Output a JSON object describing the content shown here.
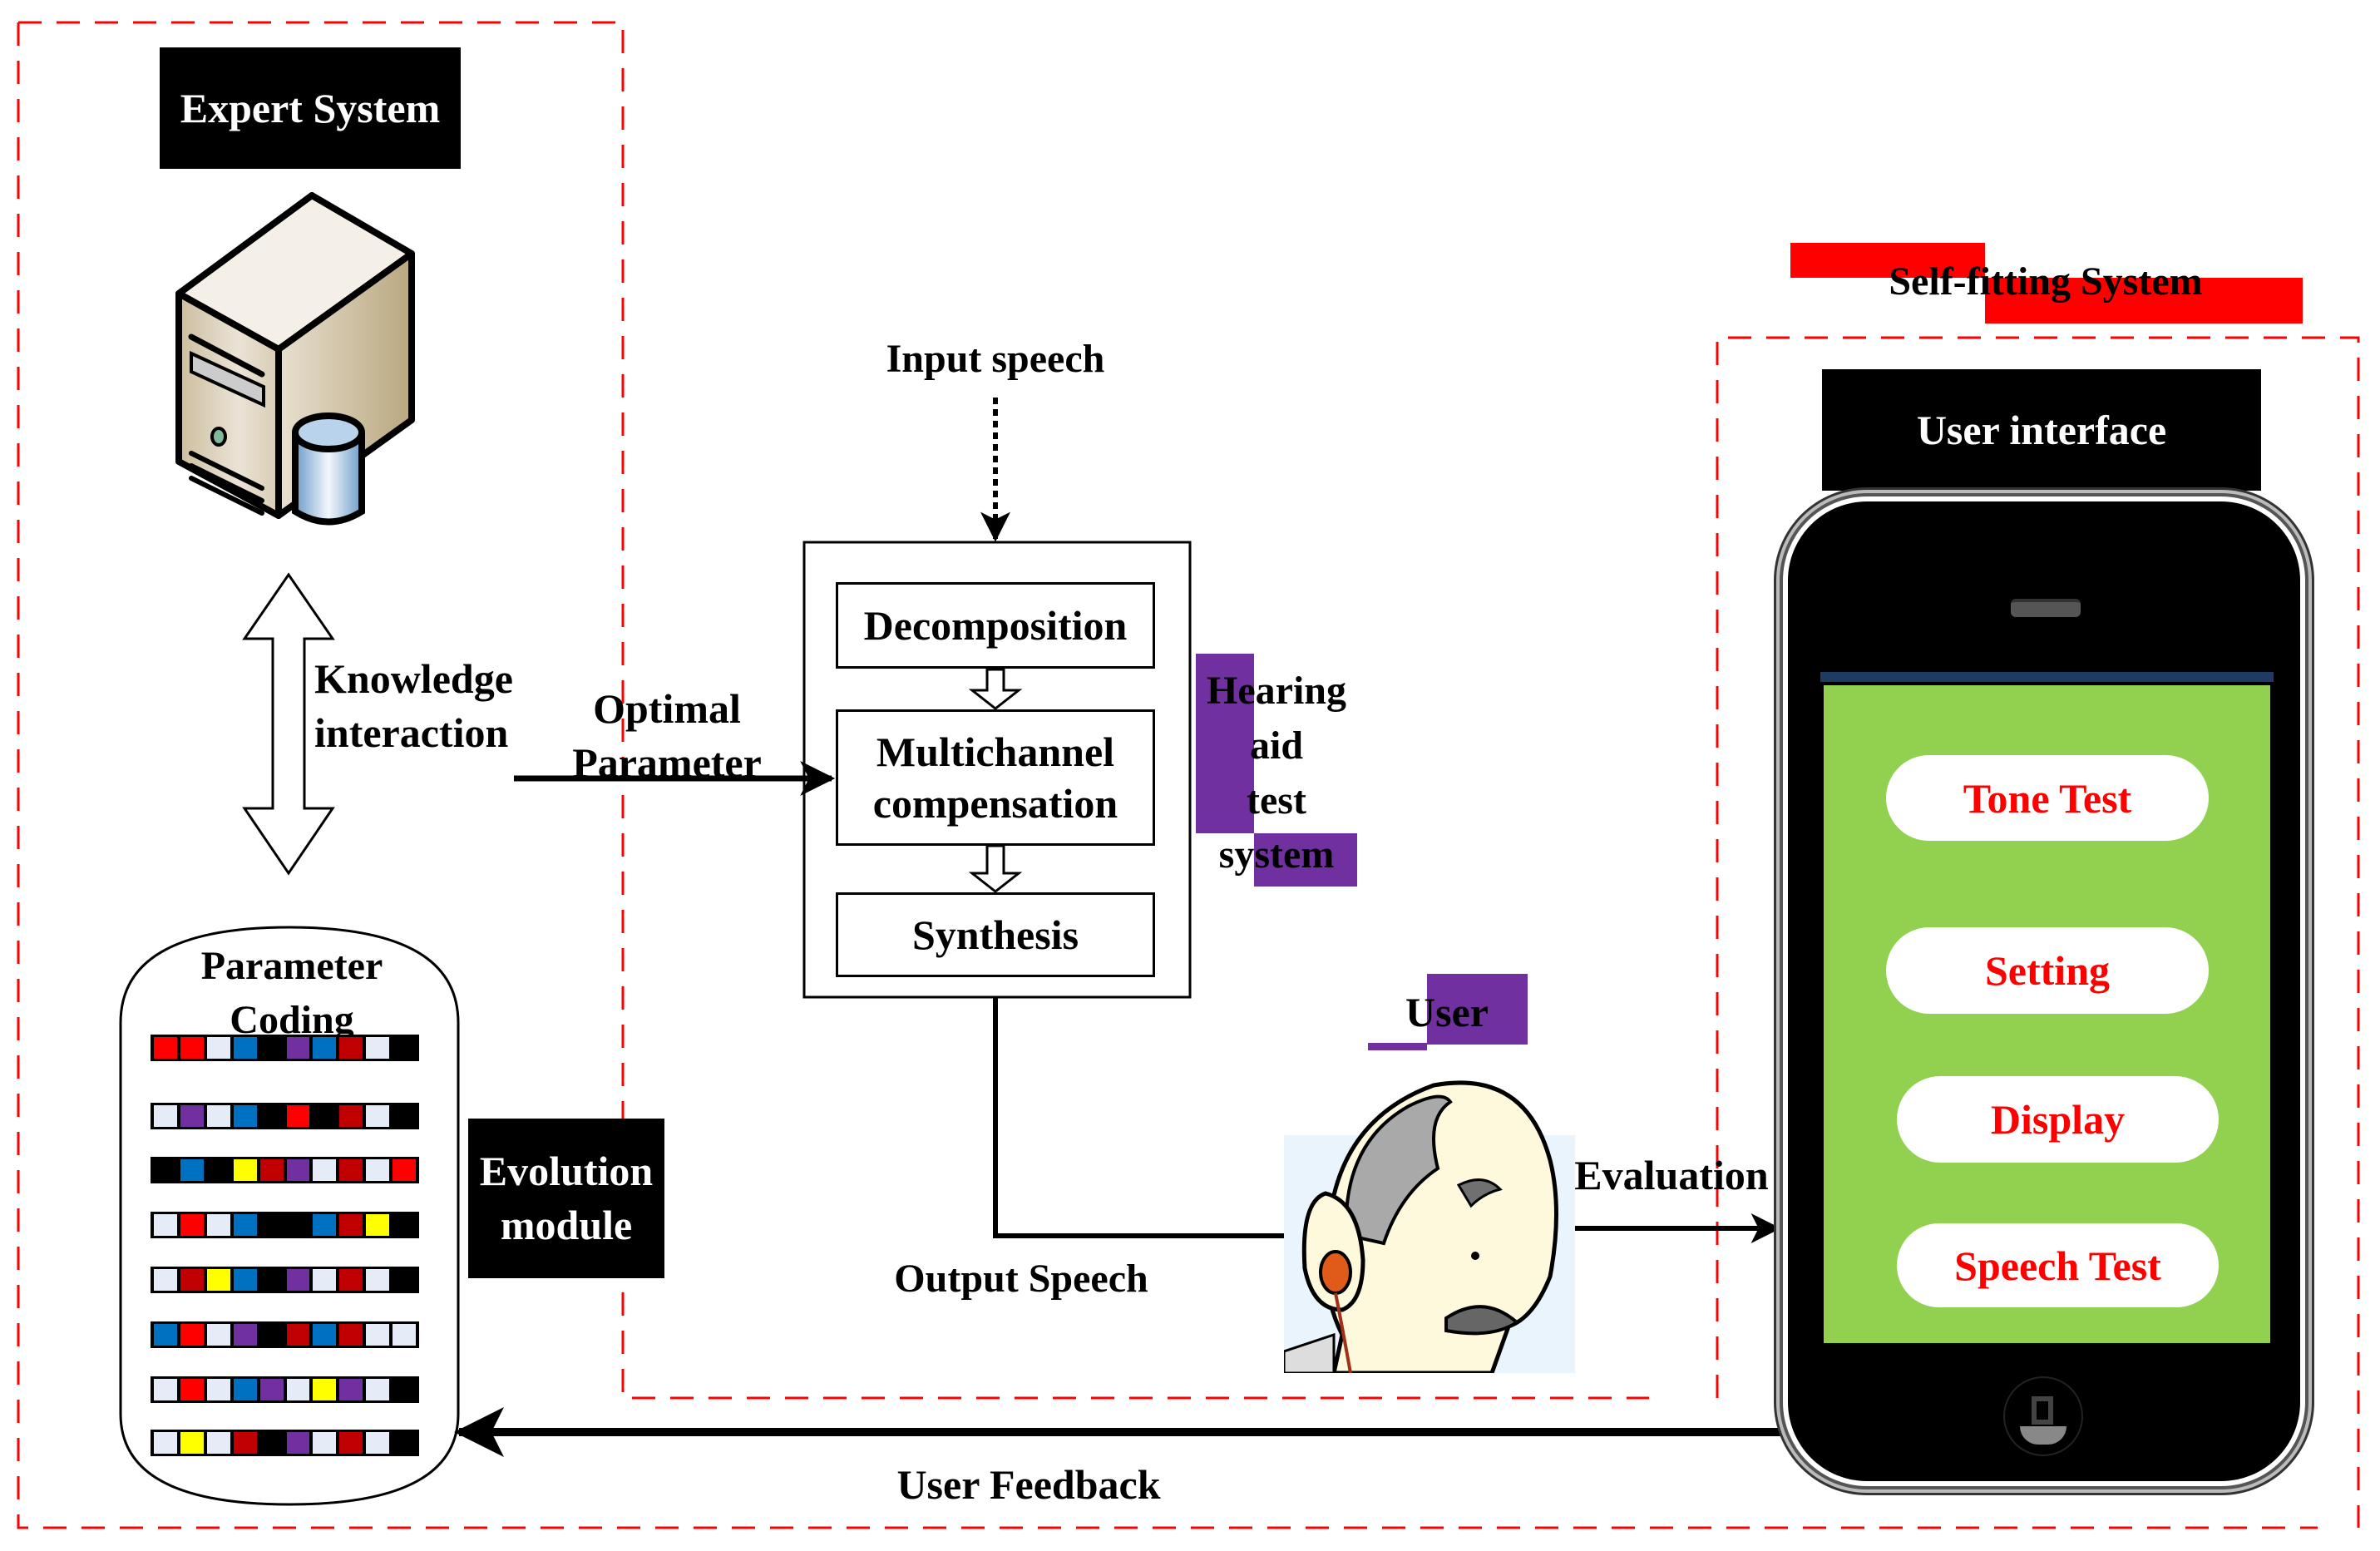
{
  "expert_system": {
    "title": "Expert System",
    "icon": "server-database-icon"
  },
  "knowledge": {
    "label_line1": "Knowledge",
    "label_line2": "interaction"
  },
  "optimal": {
    "label_line1": "Optimal",
    "label_line2": "Parameter"
  },
  "parameter_coding": {
    "title_line1": "Parameter",
    "title_line2": "Coding",
    "palette": {
      "R": "#ff0000",
      "D": "#c00000",
      "W": "#e6ecf7",
      "B": "#0070c0",
      "K": "#000000",
      "P": "#7030a0",
      "Y": "#ffff00"
    },
    "chromosomes": [
      "RRWBKPBDWK",
      "WPWBKRKDWK",
      "KBKYDPWDWR",
      "WRWBKKBDYK",
      "WDYBKPWDWK",
      "BRWPKDBDWW",
      "WRWBPWYPWK",
      "WYWDKPWDWK"
    ]
  },
  "evolution": {
    "label_line1": "Evolution",
    "label_line2": "module"
  },
  "hearing_aid": {
    "input_label": "Input speech",
    "stages": [
      "Decomposition",
      "Multichannel compensation",
      "Synthesis"
    ],
    "system_label": [
      "Hearing",
      "aid",
      "test",
      "system"
    ],
    "output_label": "Output Speech"
  },
  "user": {
    "label": "User",
    "icon": "elderly-man-with-hearing-aid-icon"
  },
  "evaluation": {
    "label": "Evaluation"
  },
  "feedback": {
    "label": "User Feedback"
  },
  "self_fitting": {
    "title": "Self-fitting System",
    "ui_title": "User interface",
    "phone_buttons": [
      "Tone Test",
      "Setting",
      "Display",
      "Speech Test"
    ],
    "screen_color": "#92d050",
    "button_text_color": "#ff0000"
  },
  "colors": {
    "dashed_border": "#ff0000",
    "highlight_purple": "#7030a0",
    "highlight_red": "#ff0000"
  }
}
